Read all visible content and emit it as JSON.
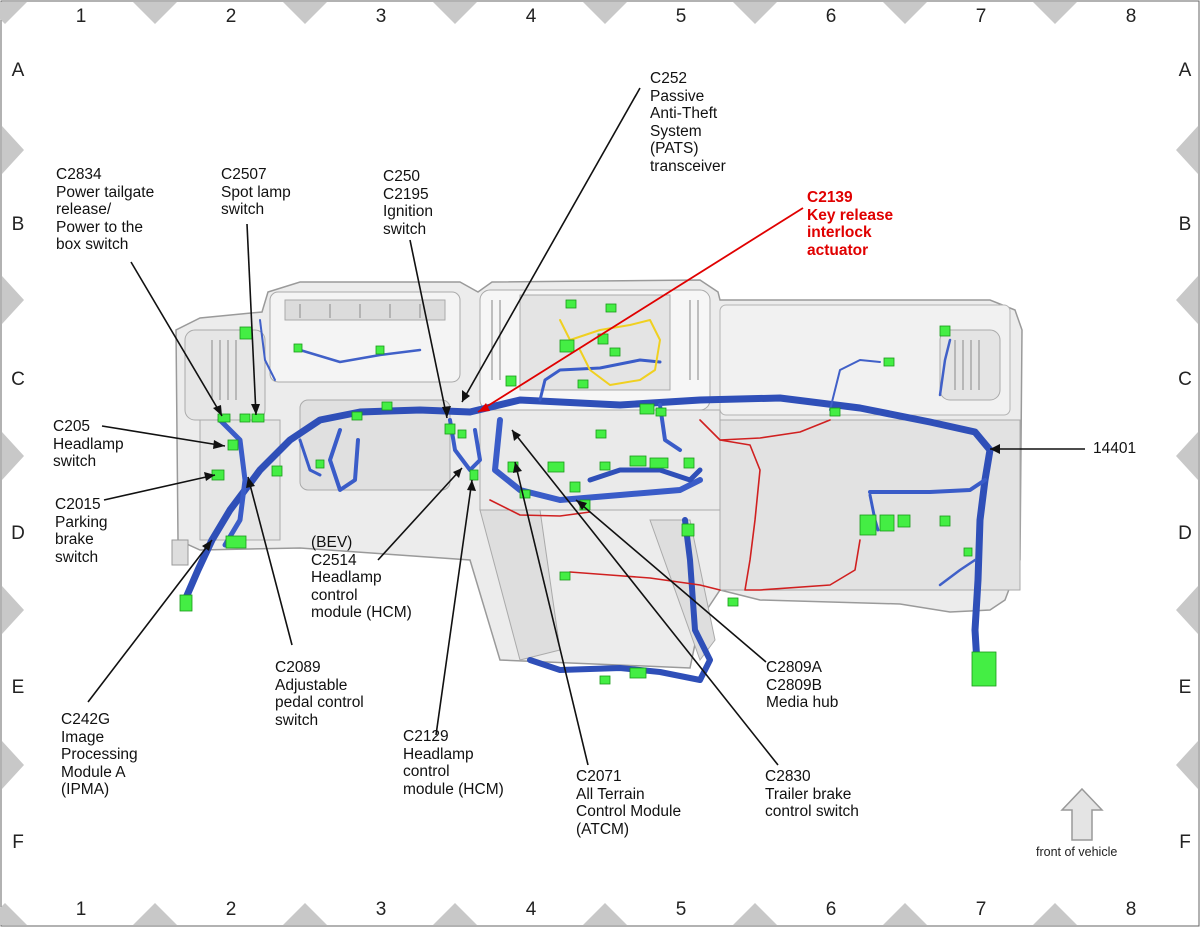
{
  "grid": {
    "columns": [
      "1",
      "2",
      "3",
      "4",
      "5",
      "6",
      "7",
      "8"
    ],
    "rows": [
      "A",
      "B",
      "C",
      "D",
      "E",
      "F"
    ]
  },
  "callouts": {
    "c252": "C252\nPassive\nAnti-Theft\nSystem\n(PATS)\ntransceiver",
    "c2139": "C2139\nKey release\ninterlock\nactuator",
    "c2834": "C2834\nPower tailgate\nrelease/\nPower to the\nbox switch",
    "c2507": "C2507\nSpot lamp\nswitch",
    "c250": "C250\nC2195\nIgnition\nswitch",
    "c205": "C205\nHeadlamp\nswitch",
    "c2015": "C2015\nParking\nbrake\nswitch",
    "harness": "14401",
    "c2514": "(BEV)\nC2514\nHeadlamp\ncontrol\nmodule (HCM)",
    "c2089": "C2089\nAdjustable\npedal control\nswitch",
    "c242g": "C242G\nImage\nProcessing\nModule A\n(IPMA)",
    "c2129": "C2129\nHeadlamp\ncontrol\nmodule (HCM)",
    "c2071": "C2071\nAll Terrain\nControl Module\n(ATCM)",
    "c2809": "C2809A\nC2809B\nMedia hub",
    "c2830": "C2830\nTrailer brake\ncontrol switch"
  },
  "highlight_color": "#e00000",
  "harness_color": "#2f4fb8",
  "connector_color": "#44ee44",
  "front_of_vehicle": {
    "label": "front of vehicle",
    "icon": "up-arrow-icon"
  }
}
